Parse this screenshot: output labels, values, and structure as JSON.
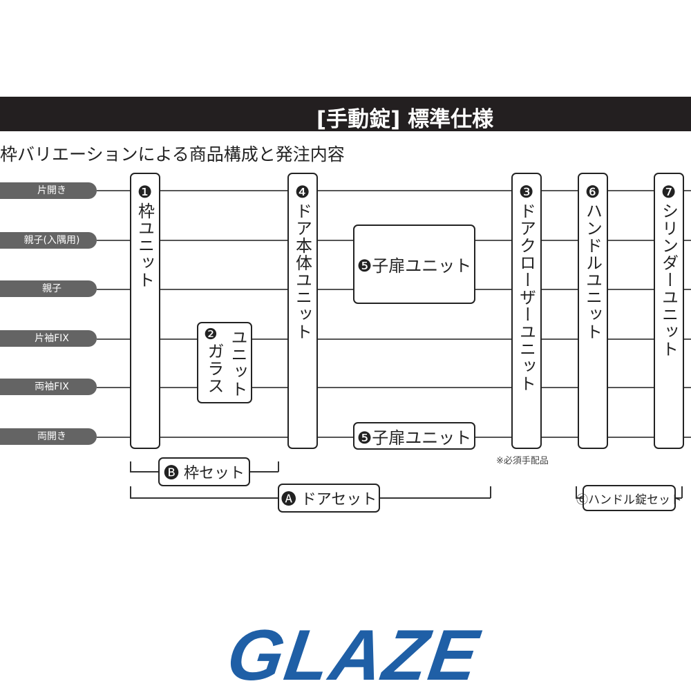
{
  "header": {
    "title": "[手動錠] 標準仕様"
  },
  "subtitle": "枠バリエーションによる商品構成と発注内容",
  "rows": [
    "片開き",
    "親子(入隅用)",
    "親子",
    "片袖FIX",
    "両袖FIX",
    "両開き"
  ],
  "units": {
    "frame": "❶枠ユニット",
    "glass_num": "❷",
    "glass_a": "ガラス",
    "glass_b": "ユニット",
    "door": "❹ドア本体ユニット",
    "child": "❺子扉ユニット",
    "closer": "❸ドアクローザーユニット",
    "handle": "❻ハンドルユニット",
    "cylinder": "❼シリンダーユニット"
  },
  "note": "※必須手配品",
  "sets": {
    "frame_set": "🅑 枠セット",
    "door_set": "🅐 ドアセット",
    "handle_set": "Ⓒハンドル錠セット"
  },
  "logo": "GLAZE",
  "colors": {
    "bar": "#231f20",
    "pill": "#646464",
    "logo": "#1f5fa6"
  }
}
